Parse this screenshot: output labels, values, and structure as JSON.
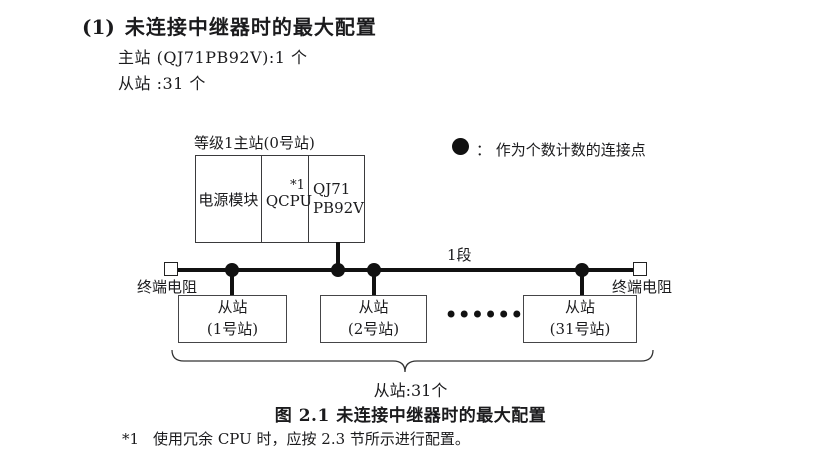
{
  "heading": {
    "index": "(1)",
    "title": "未连接中继器时的最大配置"
  },
  "intro": {
    "master_line": "主站 (QJ71PB92V):1 个",
    "slave_line": "从站 :31 个"
  },
  "diagram": {
    "master_label": "等级1主站(0号站)",
    "master_cells": {
      "power": "电源模块",
      "cpu": "QCPU",
      "cpu_note": "*1",
      "module_line1": "QJ71",
      "module_line2": "PB92V"
    },
    "legend_text": "： 作为个数计数的连接点",
    "segment_label": "1段",
    "terminator_left_label": "终端电阻",
    "terminator_right_label": "终端电阻",
    "slaves": [
      {
        "name": "从站",
        "station": "(1号站)"
      },
      {
        "name": "从站",
        "station": "(2号站)"
      },
      {
        "name": "从站",
        "station": "(31号站)"
      }
    ],
    "ellipsis": "••••••",
    "brace_label": "从站:31个"
  },
  "caption": "图 2.1 未连接中继器时的最大配置",
  "footnote": {
    "marker": "*1",
    "text": "使用冗余 CPU 时，应按 2.3 节所示进行配置。"
  },
  "colors": {
    "ink": "#1b1b1d",
    "line": "#111111",
    "box_border": "#3a3a3c",
    "background": "#ffffff"
  }
}
